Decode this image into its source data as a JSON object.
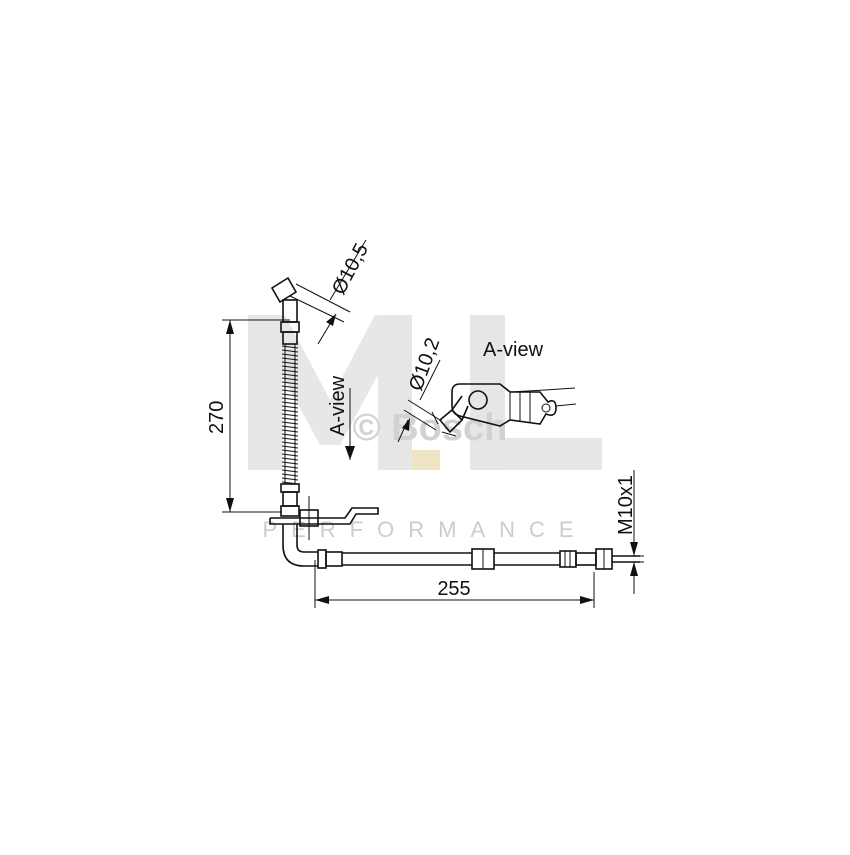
{
  "drawing": {
    "dimension_length_vertical": "270",
    "dimension_length_horizontal": "255",
    "diameter_upper": "Ø10,5",
    "diameter_detail": "Ø10,2",
    "thread_spec": "M10x1",
    "view_label_side": "A-view",
    "view_label_detail": "A-view"
  },
  "watermark": {
    "logo_letters": "ML",
    "tagline": "PERFORMANCE",
    "brand": "© Bosch"
  },
  "colors": {
    "line": "#111111",
    "watermark": "#d9d9d9",
    "watermark_accent": "#e8d9a8"
  }
}
